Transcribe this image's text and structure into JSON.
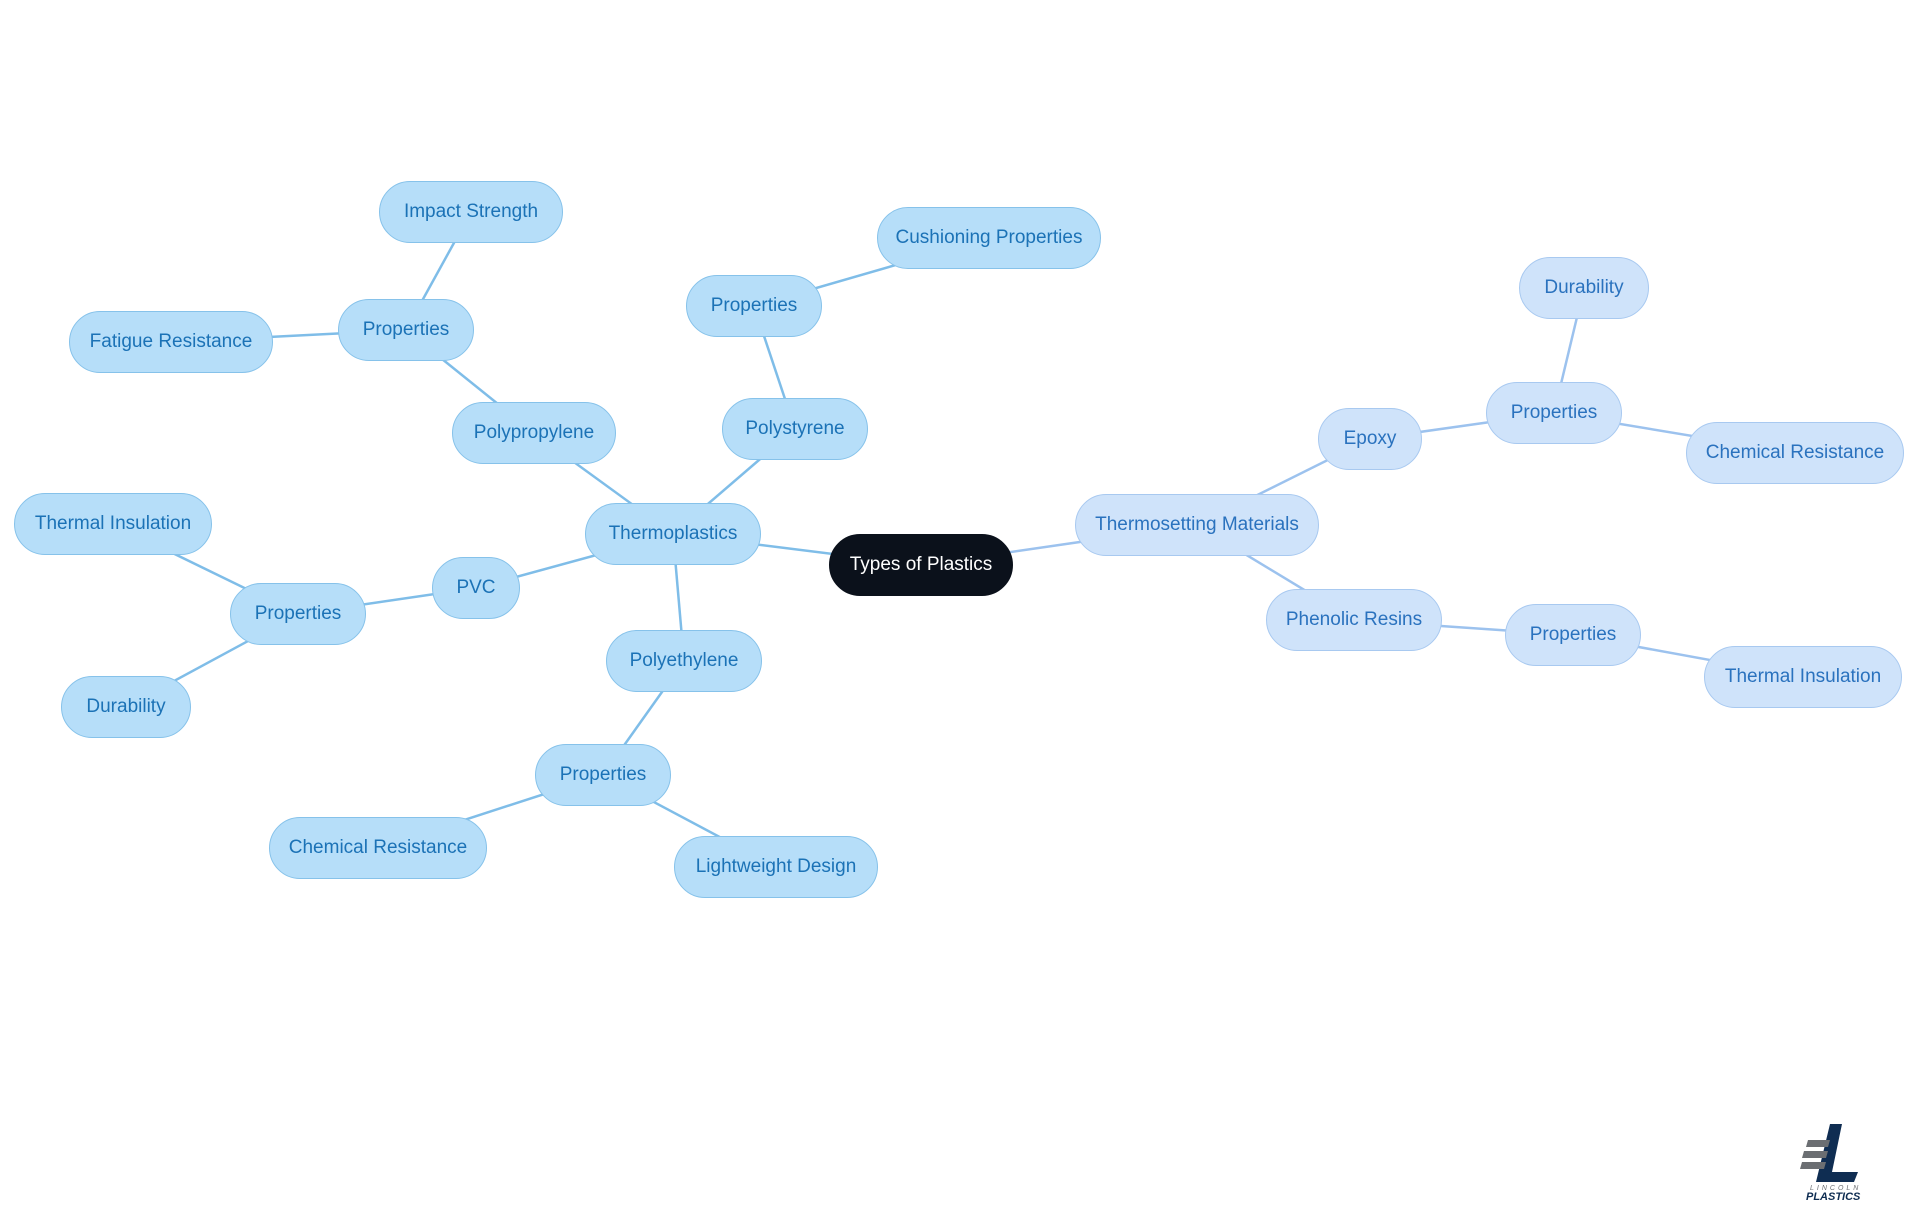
{
  "diagram": {
    "type": "mindmap",
    "colors": {
      "root_fill": "#0b111b",
      "root_text": "#ffffff",
      "thermoplastics_fill": "#b6def9",
      "thermoplastics_text": "#1b72b6",
      "thermoplastics_edge": "#7fbde8",
      "thermosetting_fill": "#cfe3fa",
      "thermosetting_text": "#2a72be",
      "thermosetting_edge": "#9cc2ee"
    },
    "nodes": [
      {
        "id": "root",
        "label": "Types of Plastics",
        "branch": "root"
      },
      {
        "id": "thermoplastics",
        "label": "Thermoplastics",
        "branch": "a"
      },
      {
        "id": "polypropylene",
        "label": "Polypropylene",
        "branch": "a"
      },
      {
        "id": "pp-properties",
        "label": "Properties",
        "branch": "a"
      },
      {
        "id": "pp-impact",
        "label": "Impact Strength",
        "branch": "a"
      },
      {
        "id": "pp-fatigue",
        "label": "Fatigue Resistance",
        "branch": "a"
      },
      {
        "id": "polystyrene",
        "label": "Polystyrene",
        "branch": "a"
      },
      {
        "id": "ps-properties",
        "label": "Properties",
        "branch": "a"
      },
      {
        "id": "ps-cushioning",
        "label": "Cushioning Properties",
        "branch": "a"
      },
      {
        "id": "pvc",
        "label": "PVC",
        "branch": "a"
      },
      {
        "id": "pvc-properties",
        "label": "Properties",
        "branch": "a"
      },
      {
        "id": "pvc-thermal",
        "label": "Thermal Insulation",
        "branch": "a"
      },
      {
        "id": "pvc-durability",
        "label": "Durability",
        "branch": "a"
      },
      {
        "id": "polyethylene",
        "label": "Polyethylene",
        "branch": "a"
      },
      {
        "id": "pe-properties",
        "label": "Properties",
        "branch": "a"
      },
      {
        "id": "pe-chemical",
        "label": "Chemical Resistance",
        "branch": "a"
      },
      {
        "id": "pe-lightweight",
        "label": "Lightweight Design",
        "branch": "a"
      },
      {
        "id": "thermosetting",
        "label": "Thermosetting Materials",
        "branch": "b"
      },
      {
        "id": "epoxy",
        "label": "Epoxy",
        "branch": "b"
      },
      {
        "id": "ep-properties",
        "label": "Properties",
        "branch": "b"
      },
      {
        "id": "ep-durability",
        "label": "Durability",
        "branch": "b"
      },
      {
        "id": "ep-chemical",
        "label": "Chemical Resistance",
        "branch": "b"
      },
      {
        "id": "phenolic",
        "label": "Phenolic Resins",
        "branch": "b"
      },
      {
        "id": "ph-properties",
        "label": "Properties",
        "branch": "b"
      },
      {
        "id": "ph-thermal",
        "label": "Thermal Insulation",
        "branch": "b"
      }
    ],
    "edges": [
      [
        "root",
        "thermoplastics"
      ],
      [
        "root",
        "thermosetting"
      ],
      [
        "thermoplastics",
        "polypropylene"
      ],
      [
        "polypropylene",
        "pp-properties"
      ],
      [
        "pp-properties",
        "pp-impact"
      ],
      [
        "pp-properties",
        "pp-fatigue"
      ],
      [
        "thermoplastics",
        "polystyrene"
      ],
      [
        "polystyrene",
        "ps-properties"
      ],
      [
        "ps-properties",
        "ps-cushioning"
      ],
      [
        "thermoplastics",
        "pvc"
      ],
      [
        "pvc",
        "pvc-properties"
      ],
      [
        "pvc-properties",
        "pvc-thermal"
      ],
      [
        "pvc-properties",
        "pvc-durability"
      ],
      [
        "thermoplastics",
        "polyethylene"
      ],
      [
        "polyethylene",
        "pe-properties"
      ],
      [
        "pe-properties",
        "pe-chemical"
      ],
      [
        "pe-properties",
        "pe-lightweight"
      ],
      [
        "thermosetting",
        "epoxy"
      ],
      [
        "epoxy",
        "ep-properties"
      ],
      [
        "ep-properties",
        "ep-durability"
      ],
      [
        "ep-properties",
        "ep-chemical"
      ],
      [
        "thermosetting",
        "phenolic"
      ],
      [
        "phenolic",
        "ph-properties"
      ],
      [
        "ph-properties",
        "ph-thermal"
      ]
    ]
  },
  "logo": {
    "word1": "LINCOLN",
    "word2": "PLASTICS"
  }
}
